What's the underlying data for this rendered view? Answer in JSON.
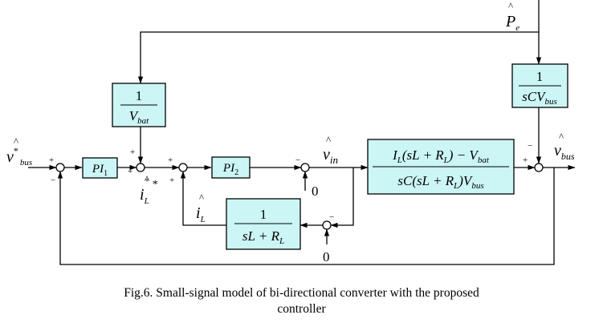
{
  "colors": {
    "block_fill": "#ccf5f5",
    "line": "#000000"
  },
  "signals": {
    "pe": {
      "base": "P",
      "sub": "e",
      "hat": "^"
    },
    "vbus_ref": {
      "base": "v",
      "sup": "*",
      "sub": "bus",
      "hat": "^"
    },
    "il_ref": {
      "base": "i",
      "sub": "L",
      "sup": "*",
      "hat": "^"
    },
    "vin": {
      "base": "v",
      "sub": "in",
      "hat": "^"
    },
    "il": {
      "base": "i",
      "sub": "L",
      "hat": "^"
    },
    "vbus_out": {
      "base": "v",
      "sub": "bus",
      "hat": "^"
    },
    "zero_a": "0",
    "zero_b": "0"
  },
  "blocks": {
    "pi1": {
      "base": "PI",
      "sub": "1"
    },
    "pi2": {
      "base": "PI",
      "sub": "2"
    },
    "inv_vbat": {
      "num": "1",
      "den_base": "V",
      "den_sub": "bat"
    },
    "inv_scvbus": {
      "num": "1",
      "den_base": "sCV",
      "den_sub": "bus"
    },
    "inv_slrl": {
      "num": "1",
      "den_pre": "sL + R",
      "den_sub": "L"
    },
    "plant": {
      "num_p1": "I",
      "num_s1": "L",
      "num_p2": "(sL + R",
      "num_s2": "L",
      "num_p3": ") − V",
      "num_s3": "bat",
      "den_p1": "sC(sL + R",
      "den_s1": "L",
      "den_p2": ")V",
      "den_s2": "bus"
    }
  },
  "signs": {
    "sj1_plus": "+",
    "sj1_minus": "−",
    "sj2_plus_top": "+",
    "sj2_plus_left": "+",
    "sj2_plus_bottom": "+",
    "sj3_plus_left": "+",
    "sj3_plus_bottom": "+",
    "sj4_minus": "−",
    "sj5_minus": "−",
    "sj6_plus": "+",
    "sj6_minus_top": "−"
  },
  "caption": {
    "line1": "Fig.6. Small-signal model of bi-directional converter with the proposed",
    "line2": "controller"
  }
}
